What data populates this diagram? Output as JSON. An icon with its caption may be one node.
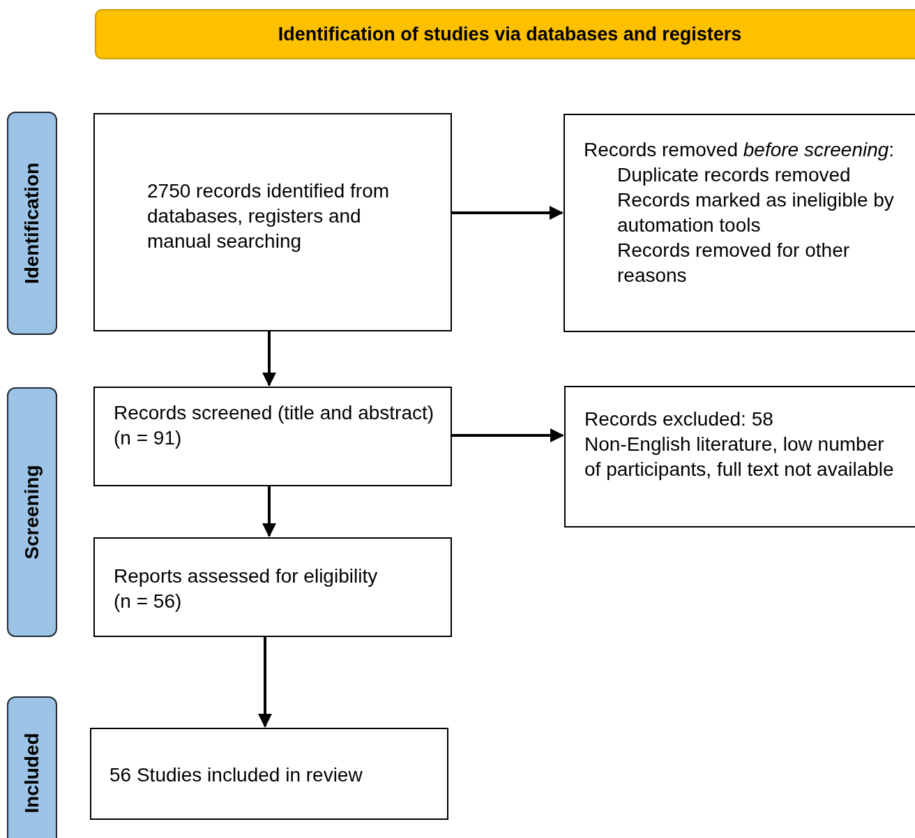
{
  "diagram": {
    "nodes": [
      {
        "text": [
          "Identification of studies via databases and registers"
        ]
      },
      {
        "text": [
          "Identification"
        ]
      },
      {
        "text": [
          "Screening"
        ]
      },
      {
        "text": [
          "Included"
        ]
      },
      {
        "text": [
          "2750 records identified from databases, registers and manual searching"
        ]
      },
      {
        "text": [
          "Records removed *before screening*:",
          "Duplicate records removed",
          "Records marked as ineligible by automation tools",
          "Records removed for other reasons"
        ]
      },
      {
        "text": [
          "Records screened (title and abstract)",
          "(n = 91)"
        ]
      },
      {
        "text": [
          "Records excluded: 58",
          "Non-English literature, low number of participants, full text not available"
        ]
      },
      {
        "text": [
          "Reports assessed for eligibility",
          "(n = 56)"
        ]
      },
      {
        "text": [
          "56 Studies included in review"
        ]
      }
    ],
    "edges": [
      {
        "from": 4,
        "to": 5,
        "arrow": "to"
      },
      {
        "from": 4,
        "to": 6,
        "arrow": "to"
      },
      {
        "from": 6,
        "to": 7,
        "arrow": "to"
      },
      {
        "from": 6,
        "to": 8,
        "arrow": "to"
      },
      {
        "from": 8,
        "to": 9,
        "arrow": "to"
      }
    ]
  }
}
